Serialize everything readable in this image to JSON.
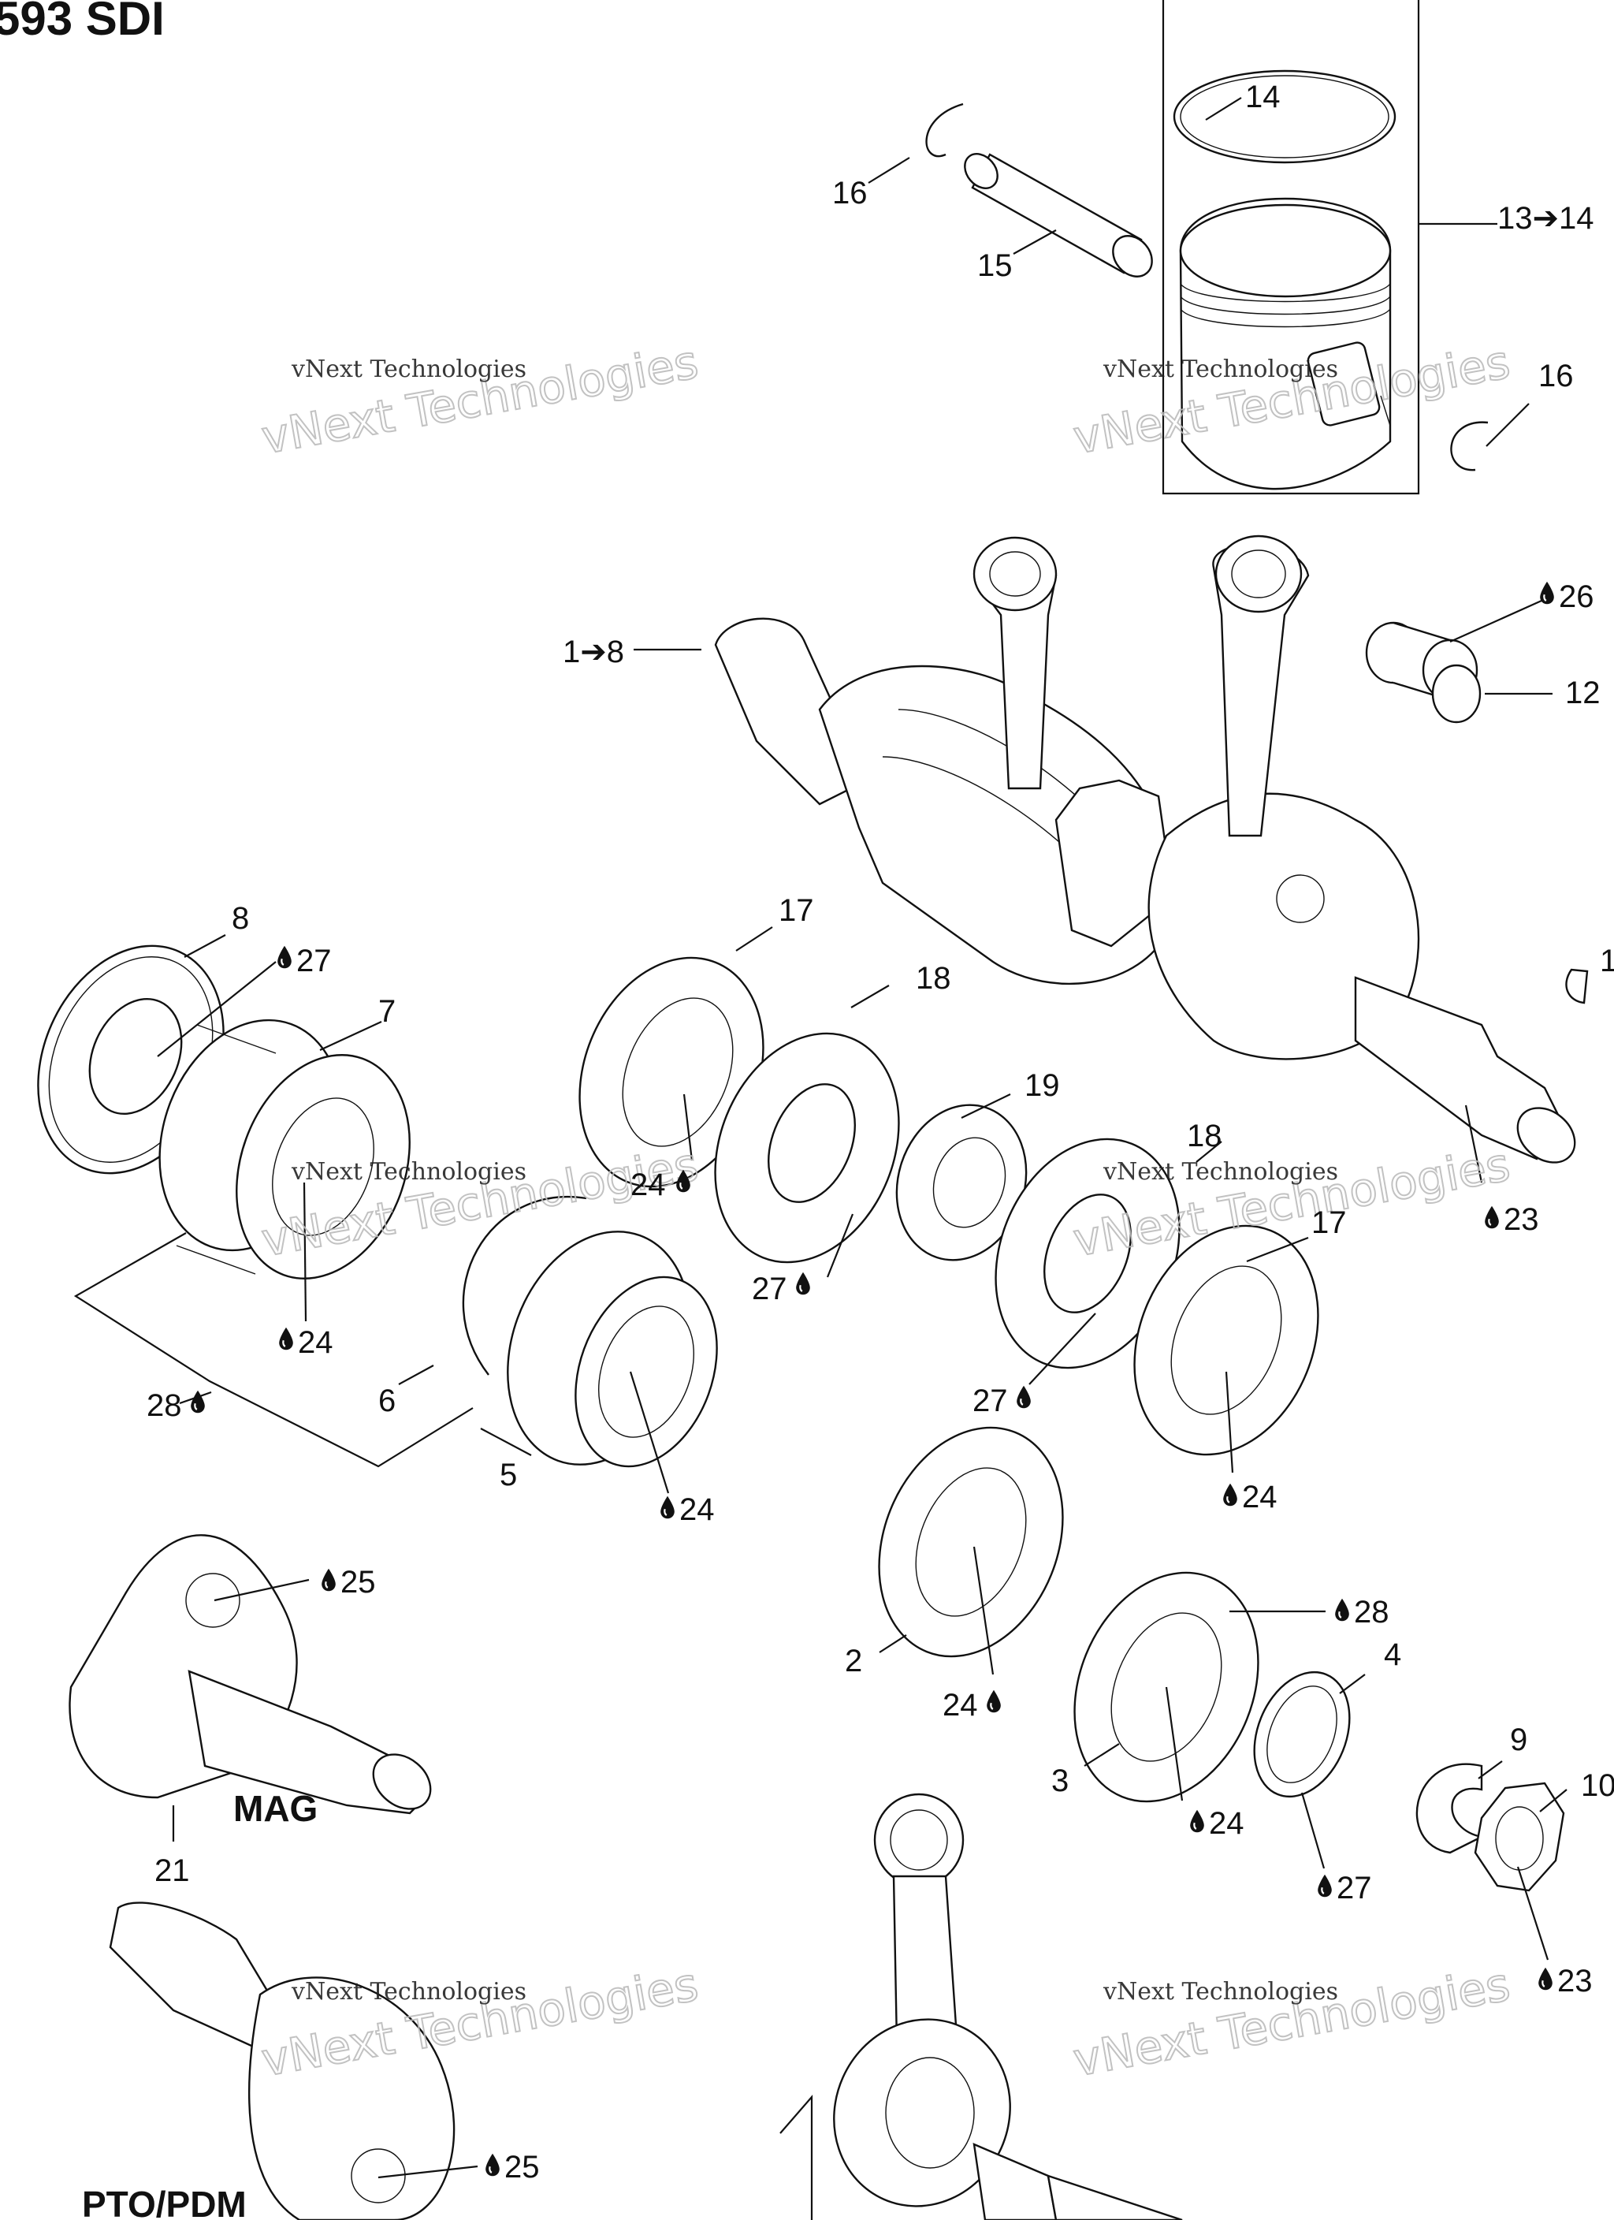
{
  "title": "593 SDI",
  "mag_label": "MAG",
  "pto_label": "PTO/PDM",
  "watermark_line1": "vNext Technologies",
  "watermark_line2": "vNext Technologies",
  "callouts": {
    "c14": "14",
    "c16a": "16",
    "c15": "15",
    "c13": "13➔14",
    "c16b": "16",
    "c1": "1➔8",
    "c26": "26",
    "c12": "12",
    "c8": "8",
    "c27a": "27",
    "c7": "7",
    "c17a": "17",
    "c18a": "18",
    "c1r": "1",
    "c19": "19",
    "c24a": "24",
    "c18b": "18",
    "c23a": "23",
    "c24b": "24",
    "c17b": "17",
    "c27b": "27",
    "c6": "6",
    "c28a": "28",
    "c27c": "27",
    "c5": "5",
    "c24c": "24",
    "c24d": "24",
    "c25a": "25",
    "c28b": "28",
    "c4": "4",
    "c2": "2",
    "c24e": "24",
    "c9": "9",
    "c3": "3",
    "c10": "10",
    "c24f": "24",
    "c21": "21",
    "c27d": "27",
    "c23b": "23",
    "c25b": "25"
  }
}
